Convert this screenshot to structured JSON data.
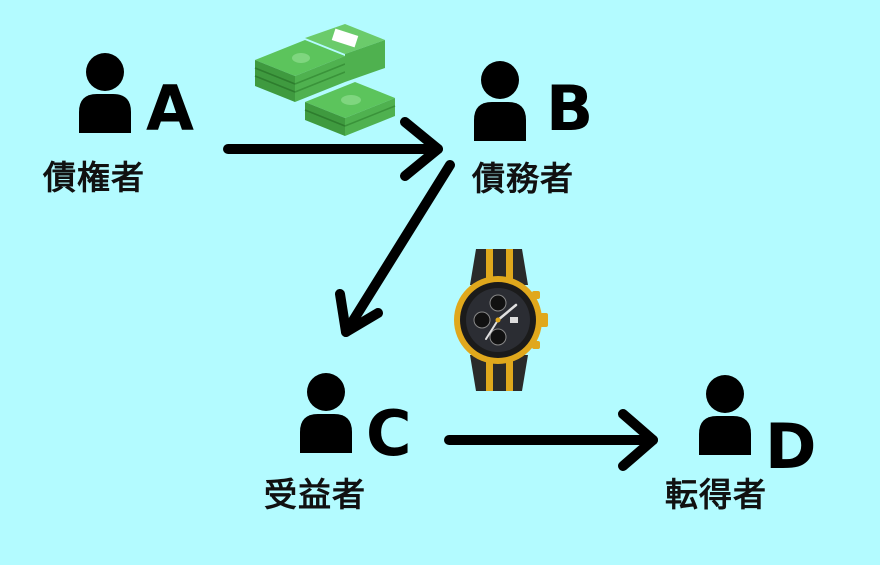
{
  "colors": {
    "background": "#b3fbff",
    "ink": "#000000",
    "money": "#3fae3f",
    "watch_gold": "#e0a81c"
  },
  "nodes": [
    {
      "letter": "A",
      "role": "債権者"
    },
    {
      "letter": "B",
      "role": "債務者"
    },
    {
      "letter": "C",
      "role": "受益者"
    },
    {
      "letter": "D",
      "role": "転得者"
    }
  ],
  "icons": {
    "person": "person-icon",
    "money": "money-stack-icon",
    "watch": "wristwatch-icon"
  }
}
